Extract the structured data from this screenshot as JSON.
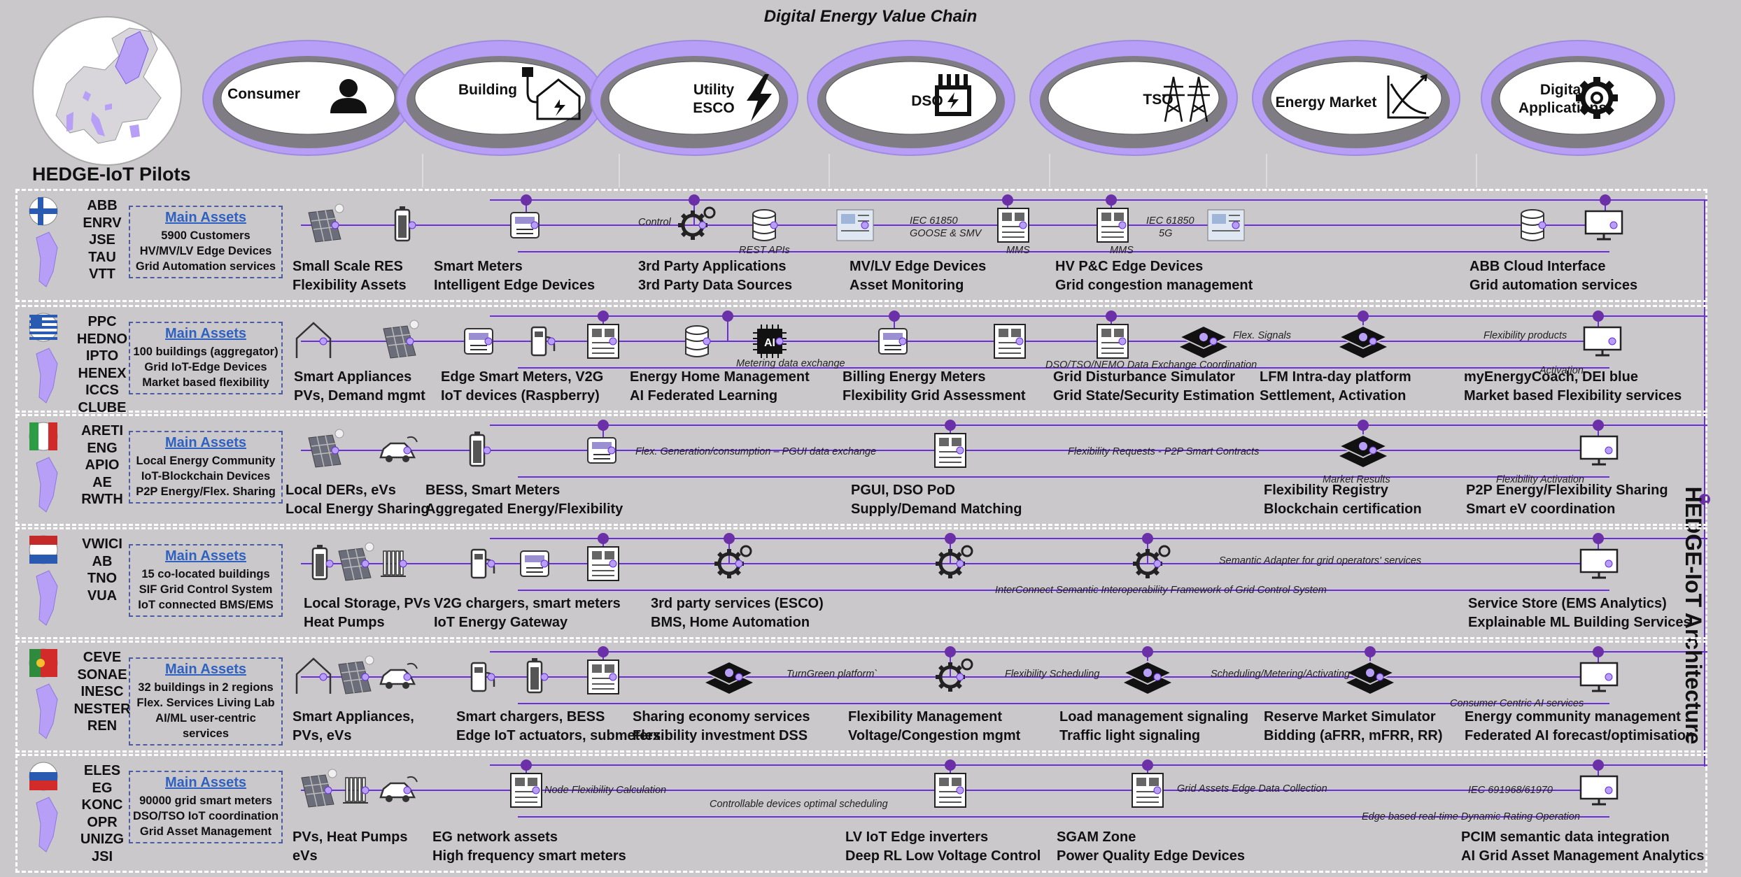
{
  "title": "Digital Energy Value Chain",
  "pilots_title": "HEDGE-IoT Pilots",
  "architecture_title": "HEDGE-IoT Architecture",
  "value_chain": [
    {
      "label": "Consumer",
      "icon": "person-icon"
    },
    {
      "label": "Building",
      "icon": "house-plug-icon"
    },
    {
      "label": "Utility\nESCO",
      "icon": "lightning-bolt-icon"
    },
    {
      "label": "DSO",
      "icon": "transformer-icon"
    },
    {
      "label": "TSO",
      "icon": "transmission-tower-icon"
    },
    {
      "label": "Energy Market",
      "icon": "market-chart-icon"
    },
    {
      "label": "Digital\nApplications",
      "icon": "gear-icon"
    }
  ],
  "colors": {
    "ring_purple": "#b79ef7",
    "ring_grey": "#7f7d83",
    "line_purple": "#6a2fd8",
    "dot_purple": "#6b2fa8",
    "asset_blue": "#2f62c0",
    "dashed": "#ffffff"
  },
  "pilots": [
    {
      "country": "Finland",
      "flag_icon": "finland-flag-icon",
      "partners": [
        "ABB",
        "ENRV",
        "JSE",
        "TAU",
        "VTT"
      ],
      "assets_head": "Main Assets",
      "assets": [
        "5900 Customers",
        "HV/MV/LV Edge Devices",
        "Grid Automation services"
      ],
      "captions": [
        [
          "Small Scale RES",
          "Flexibility Assets"
        ],
        [
          "Smart Meters",
          "Intelligent Edge Devices"
        ],
        [
          "3rd Party Applications",
          "3rd Party Data Sources"
        ],
        [
          "MV/LV Edge Devices",
          "Asset Monitoring"
        ],
        [
          "HV P&C Edge Devices",
          "Grid congestion management"
        ],
        [
          "ABB Cloud Interface",
          "Grid automation services"
        ]
      ],
      "connectors": [
        "Control",
        "REST APIs",
        "IEC 61850",
        "GOOSE & SMV",
        "MMS",
        "IEC 61850",
        "5G",
        "MMS"
      ]
    },
    {
      "country": "Greece",
      "flag_icon": "greece-flag-icon",
      "partners": [
        "PPC",
        "HEDNO",
        "IPTO",
        "HENEX",
        "ICCS",
        "CLUBE"
      ],
      "assets_head": "Main Assets",
      "assets": [
        "100 buildings  (aggregator)",
        "Grid IoT-Edge Devices",
        "Market based flexibility"
      ],
      "captions": [
        [
          "Smart Appliances",
          "PVs, Demand mgmt"
        ],
        [
          "Edge Smart Meters, V2G",
          "IoT devices (Raspberry)"
        ],
        [
          "Energy Home Management",
          "AI Federated Learning"
        ],
        [
          "Billing Energy Meters",
          "Flexibility Grid Assessment"
        ],
        [
          "Grid Disturbance Simulator",
          "Grid State/Security Estimation"
        ],
        [
          "LFM Intra-day platform",
          "Settlement, Activation"
        ],
        [
          "myEnergyCoach, DEI blue",
          "Market based Flexibility services"
        ]
      ],
      "connectors": [
        "Metering data exchange",
        "Flex. Signals",
        "DSO/TSO/NEMO Data Exchange Coordination",
        "Flexibility products",
        "Activation"
      ]
    },
    {
      "country": "Italy",
      "flag_icon": "italy-flag-icon",
      "partners": [
        "ARETI",
        "ENG",
        "APIO",
        "AE",
        "RWTH"
      ],
      "assets_head": "Main Assets",
      "assets": [
        "Local Energy Community",
        "IoT-Blockchain  Devices",
        "P2P Energy/Flex. Sharing"
      ],
      "captions": [
        [
          "Local DERs, eVs",
          "Local Energy Sharing"
        ],
        [
          "BESS, Smart Meters",
          "Aggregated Energy/Flexibility"
        ],
        [
          "PGUI, DSO PoD",
          "Supply/Demand Matching"
        ],
        [
          "Flexibility Registry",
          "Blockchain certification"
        ],
        [
          "P2P Energy/Flexibility Sharing",
          "Smart eV coordination"
        ]
      ],
      "connectors": [
        "Flex. Generation/consumption – PGUI data exchange",
        "Flexibility Requests - P2P Smart Contracts",
        "Market Results",
        "Flexibility Activation"
      ]
    },
    {
      "country": "Netherlands",
      "flag_icon": "netherlands-flag-icon",
      "partners": [
        "VWICI",
        "AB",
        "TNO",
        "VUA"
      ],
      "assets_head": "Main Assets",
      "assets": [
        "15 co-located buildings",
        "SIF Grid Control System",
        "IoT connected BMS/EMS"
      ],
      "captions": [
        [
          "Local Storage, PVs",
          "Heat Pumps"
        ],
        [
          "V2G chargers, smart meters",
          "IoT Energy Gateway"
        ],
        [
          "3rd party services (ESCO)",
          "BMS, Home Automation"
        ],
        [
          "Service Store (EMS Analytics)",
          "Explainable ML Building Services"
        ]
      ],
      "connectors": [
        "Semantic Adapter for grid operators' services",
        "InterConnect Semantic Interoperability Framework of Grid Control System"
      ]
    },
    {
      "country": "Portugal",
      "flag_icon": "portugal-flag-icon",
      "partners": [
        "CEVE",
        "SONAE",
        "INESC",
        "NESTER",
        "REN"
      ],
      "assets_head": "Main Assets",
      "assets": [
        "32 buildings  in 2 regions",
        "Flex. Services Living Lab",
        "AI/ML user-centric services"
      ],
      "captions": [
        [
          "Smart Appliances,",
          "PVs, eVs"
        ],
        [
          "Smart chargers, BESS",
          "Edge IoT actuators, submeters"
        ],
        [
          "Sharing economy services",
          "Flexibility investment DSS"
        ],
        [
          "Flexibility Management",
          "Voltage/Congestion mgmt"
        ],
        [
          "Load management signaling",
          "Traffic light signaling"
        ],
        [
          "Reserve Market Simulator",
          "Bidding (aFRR, mFRR, RR)"
        ],
        [
          "Energy community management",
          "Federated AI forecast/optimisation"
        ]
      ],
      "connectors": [
        "TurnGreen platform`",
        "Flexibility Scheduling",
        "Scheduling/Metering/Activating",
        "Consumer Centric AI services"
      ]
    },
    {
      "country": "Slovenia",
      "flag_icon": "slovenia-flag-icon",
      "partners": [
        "ELES",
        "EG",
        "KONC",
        "OPR",
        "UNIZG",
        "JSI"
      ],
      "assets_head": "Main Assets",
      "assets": [
        "90000 grid smart meters",
        "DSO/TSO IoT coordination",
        "Grid Asset Management"
      ],
      "captions": [
        [
          "PVs, Heat Pumps",
          "eVs"
        ],
        [
          "EG network assets",
          "High frequency smart meters"
        ],
        [
          "LV IoT Edge inverters",
          "Deep RL Low Voltage Control"
        ],
        [
          "SGAM Zone",
          "Power Quality Edge Devices"
        ],
        [
          "PCIM semantic data integration",
          "AI Grid Asset Management Analytics"
        ]
      ],
      "connectors": [
        "Node Flexibility Calculation",
        "Controllable devices optimal scheduling",
        "Grid Assets Edge Data Collection",
        "IEC 691968/61970",
        "Edge based real-time Dynamic Rating Operation"
      ]
    }
  ]
}
